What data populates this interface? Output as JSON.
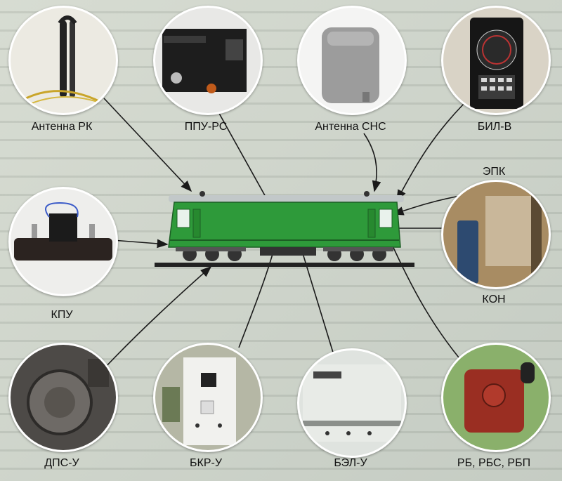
{
  "diagram": {
    "components": [
      {
        "id": "antenna-rk",
        "label": "Антенна РК"
      },
      {
        "id": "ppu-rs",
        "label": "ППУ-РС"
      },
      {
        "id": "antenna-sns",
        "label": "Антенна СНС"
      },
      {
        "id": "bil-v",
        "label": "БИЛ-В"
      },
      {
        "id": "epk",
        "label": "ЭПК"
      },
      {
        "id": "kon",
        "label": "КОН"
      },
      {
        "id": "kpu",
        "label": "КПУ"
      },
      {
        "id": "dps-u",
        "label": "ДПС-У"
      },
      {
        "id": "bkr-u",
        "label": "БКР-У"
      },
      {
        "id": "bel-u",
        "label": "БЭЛ-У"
      },
      {
        "id": "rb",
        "label": "РБ, РБС, РБП"
      }
    ],
    "colors": {
      "locomotive_body": "#2e9a3a",
      "locomotive_roof": "#bfc5c6",
      "arrow": "#1a1a1a"
    }
  }
}
